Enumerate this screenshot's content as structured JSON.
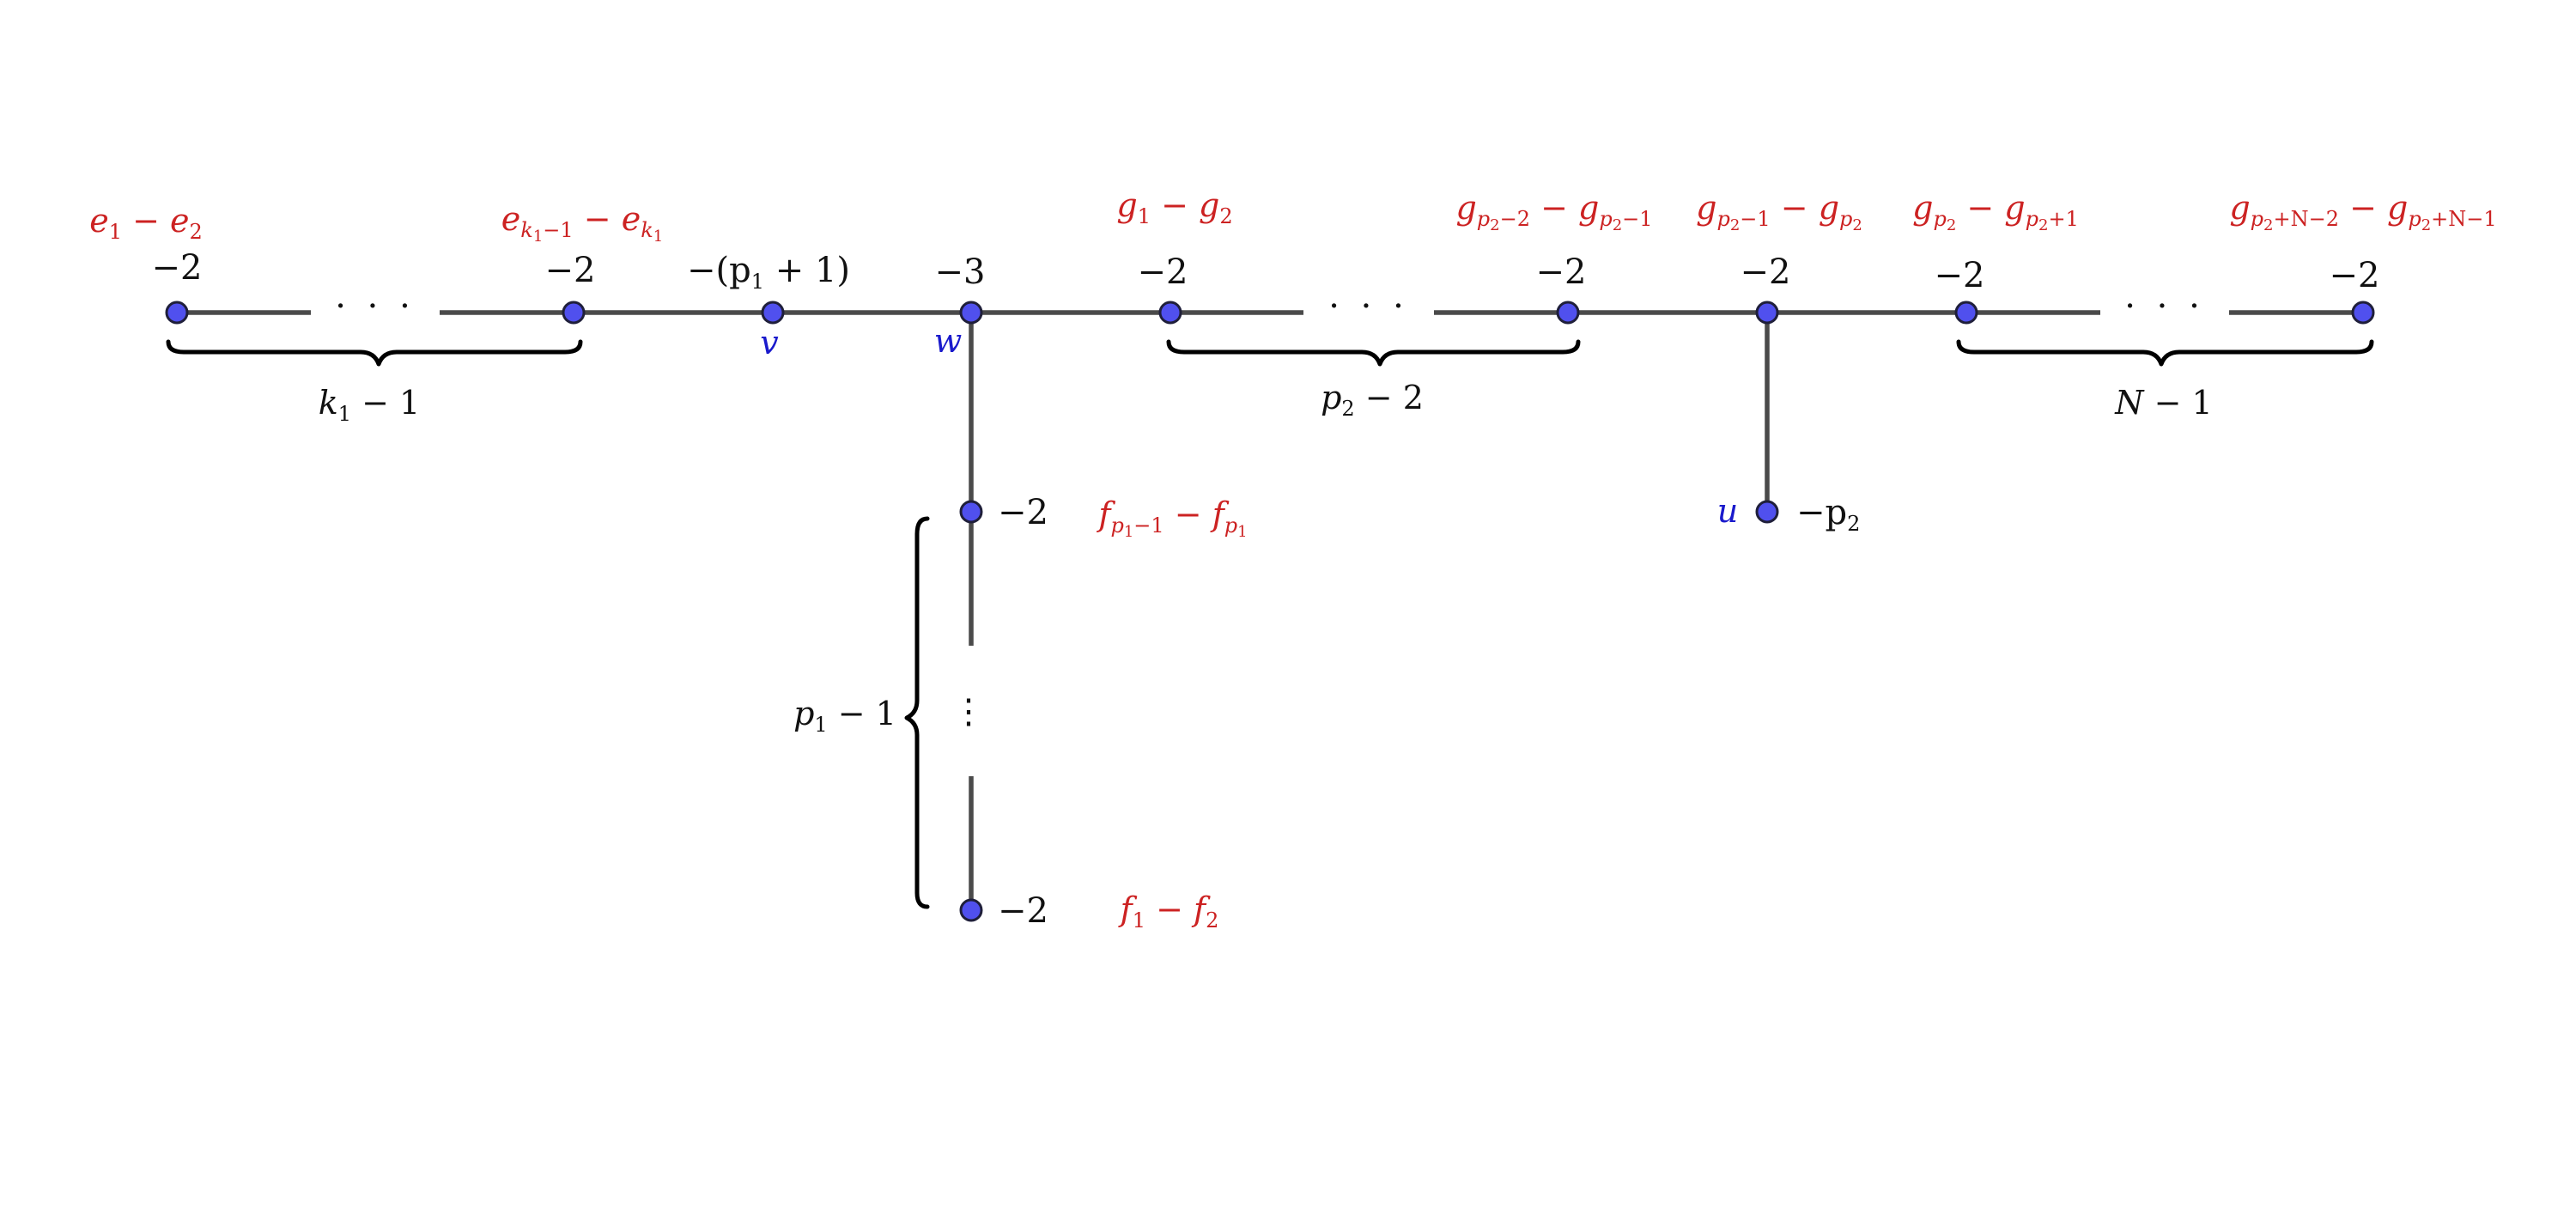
{
  "colors": {
    "edge": "#4a4a4a",
    "node_fill": "#5050ee",
    "node_stroke": "#1f1f3a",
    "weight_text": "#111111",
    "red_label": "#cc2222",
    "blue_label": "#1a1acc"
  },
  "weights": {
    "n1": "−2",
    "n2": "−2",
    "v": "−(p",
    "v_sub": "1",
    "v_tail": " + 1)",
    "w": "−3",
    "g1": "−2",
    "g2": "−2",
    "g3": "−2",
    "g4": "−2",
    "g5": "−2",
    "f_top": "−2",
    "f_bottom": "−2",
    "u": "−p",
    "u_sub": "2"
  },
  "vertex_names": {
    "v": "v",
    "w": "w",
    "u": "u"
  },
  "red_labels": {
    "e1_a": "e",
    "e1_a_sub": "1",
    "e1_op": " − ",
    "e1_b": "e",
    "e1_b_sub": "2",
    "ek_a": "e",
    "ek_a_sub": "k",
    "ek_a_sub2": "1",
    "ek_a_tail": "−1",
    "ek_op": " − ",
    "ek_b": "e",
    "ek_b_sub": "k",
    "ek_b_sub2": "1",
    "g12_a": "g",
    "g12_a_sub": "1",
    "g12_op": " − ",
    "g12_b": "g",
    "g12_b_sub": "2",
    "gp2m2_a": "g",
    "gp2m2_a_sub": "p",
    "gp2m2_a_sub2": "2",
    "gp2m2_a_tail": "−2",
    "gp2m2_op": " − ",
    "gp2m2_b": "g",
    "gp2m2_b_sub": "p",
    "gp2m2_b_sub2": "2",
    "gp2m2_b_tail": "−1",
    "gp2m1_a": "g",
    "gp2m1_a_sub": "p",
    "gp2m1_a_sub2": "2",
    "gp2m1_a_tail": "−1",
    "gp2m1_op": " − ",
    "gp2m1_b": "g",
    "gp2m1_b_sub": "p",
    "gp2m1_b_sub2": "2",
    "gp2_a": "g",
    "gp2_a_sub": "p",
    "gp2_a_sub2": "2",
    "gp2_op": " − ",
    "gp2_b": "g",
    "gp2_b_sub": "p",
    "gp2_b_sub2": "2",
    "gp2_b_tail": "+1",
    "gN_a": "g",
    "gN_a_sub": "p",
    "gN_a_sub2": "2",
    "gN_a_tail": "+N−2",
    "gN_op": " − ",
    "gN_b": "g",
    "gN_b_sub": "p",
    "gN_b_sub2": "2",
    "gN_b_tail": "+N−1",
    "fp1_a": "f",
    "fp1_a_sub": "p",
    "fp1_a_sub2": "1",
    "fp1_a_tail": "−1",
    "fp1_op": " − ",
    "fp1_b": "f",
    "fp1_b_sub": "p",
    "fp1_b_sub2": "1",
    "f12_a": "f",
    "f12_a_sub": "1",
    "f12_op": " − ",
    "f12_b": "f",
    "f12_b_sub": "2"
  },
  "brace_labels": {
    "k1_a": "k",
    "k1_sub": "1",
    "k1_tail": " − 1",
    "p2_a": "p",
    "p2_sub": "2",
    "p2_tail": " − 2",
    "N_a": "N",
    "N_tail": " − 1",
    "p1_a": "p",
    "p1_sub": "1",
    "p1_tail": " − 1"
  },
  "ellipses": {
    "h1": "· · ·",
    "h2": "· · ·",
    "h3": "· · ·",
    "vertical": "⋮"
  }
}
